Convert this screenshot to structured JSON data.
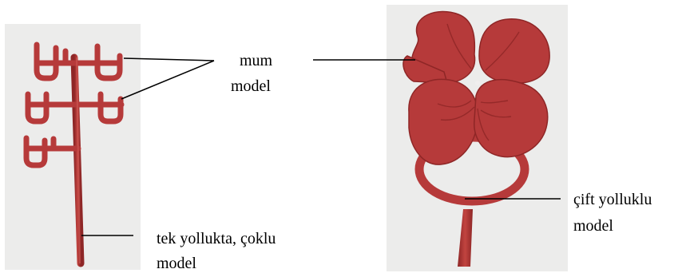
{
  "labels": {
    "wax_model_line1": "mum",
    "wax_model_line2": "model",
    "single_runner_line1": "tek yollukta, çoklu",
    "single_runner_line2": "model",
    "double_runner_line1": "çift yolluklu",
    "double_runner_line2": "model"
  },
  "colors": {
    "wax": "#b63a3a",
    "wax_dark": "#8e2626",
    "wax_light": "#cf5a55",
    "photo_bg": "#ececeb",
    "line": "#000000"
  }
}
